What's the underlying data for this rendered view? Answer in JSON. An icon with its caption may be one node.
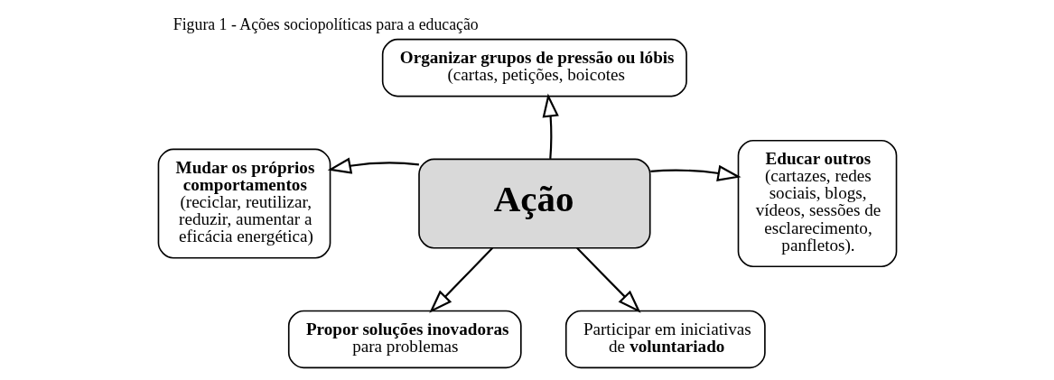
{
  "diagram": {
    "title": "Figura 1 - Ações sociopolíticas para a educação",
    "nodes": [
      {
        "text": [
          "Ação"
        ]
      },
      {
        "text": [
          "Organizar grupos de pressão ou lóbis",
          "(cartas, petições, boicotes"
        ]
      },
      {
        "text": [
          "Mudar os próprios comportamentos",
          "(reciclar, reutilizar, reduzir, aumentar a eficácia energética)"
        ]
      },
      {
        "text": [
          "Educar outros",
          "(cartazes, redes sociais, blogs, vídeos, sessões de esclarecimento, panfletos)."
        ]
      },
      {
        "text": [
          "Propor soluções inovadoras",
          "para problemas"
        ]
      },
      {
        "text": [
          "Participar em iniciativas de **voluntariado**"
        ]
      }
    ],
    "edges": [
      {
        "from": 0,
        "to": 1,
        "arrow": "to"
      },
      {
        "from": 0,
        "to": 2,
        "arrow": "to"
      },
      {
        "from": 0,
        "to": 3,
        "arrow": "to"
      },
      {
        "from": 0,
        "to": 4,
        "arrow": "to"
      },
      {
        "from": 0,
        "to": 5,
        "arrow": "to"
      }
    ]
  }
}
